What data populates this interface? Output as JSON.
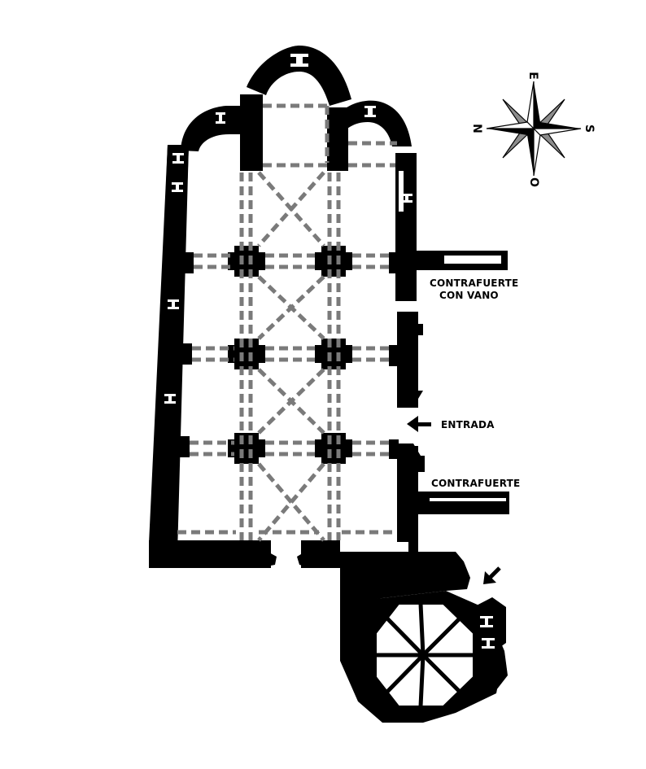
{
  "labels": {
    "buttress_opening_line1": "CONTRAFUERTE",
    "buttress_opening_line2": "CON VANO",
    "entrance": "ENTRADA",
    "buttress": "CONTRAFUERTE"
  },
  "compass": {
    "north": "N",
    "east": "E",
    "south": "S",
    "west": "O"
  },
  "colors": {
    "wall": "#000000",
    "rib": "#7a7a7a",
    "background": "#ffffff",
    "compass_light": "#ffffff",
    "compass_mid": "#8c8c8c"
  }
}
